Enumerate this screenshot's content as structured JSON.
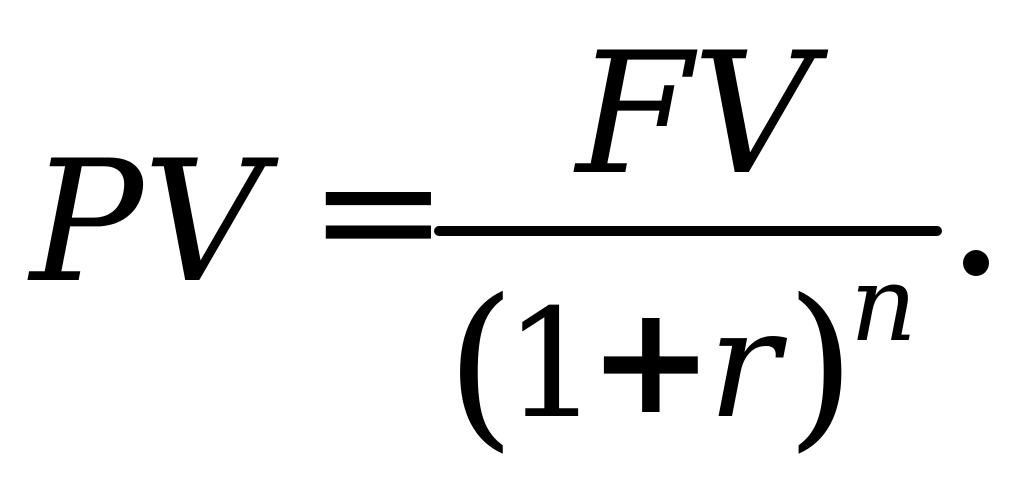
{
  "formula": {
    "lhs": "PV",
    "equals": "=",
    "numerator": "FV",
    "denominator": {
      "open_paren": "(",
      "one": "1",
      "plus": "+",
      "rate": "r",
      "close_paren": ")",
      "exponent": "n"
    },
    "terminator": "."
  }
}
